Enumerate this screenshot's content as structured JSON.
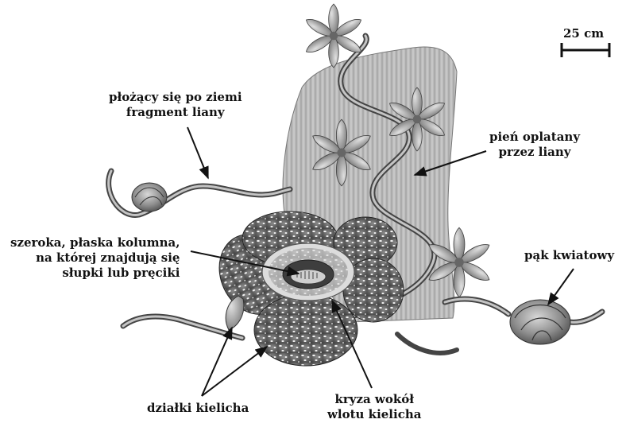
{
  "scale_bar": {
    "label": "25 cm"
  },
  "labels": {
    "liana_fragment": [
      "płożący się po ziemi",
      "fragment liany"
    ],
    "trunk": [
      "pień oplatany",
      "przez liany"
    ],
    "column": [
      "szeroka, płaska kolumna,",
      "na której znajdują się",
      "słupki lub pręciki"
    ],
    "bud": "pąk kwiatowy",
    "sepals": "działki kielicha",
    "ruff": [
      "kryza wokół",
      "wlotu kielicha"
    ]
  },
  "colors": {
    "line": "#111111",
    "trunk": "#b9b9b9",
    "liana": "#6f6f6f",
    "leaf": "#9a9a9a",
    "petal": "#5f5f5f",
    "bud": "#8a8a8a"
  }
}
